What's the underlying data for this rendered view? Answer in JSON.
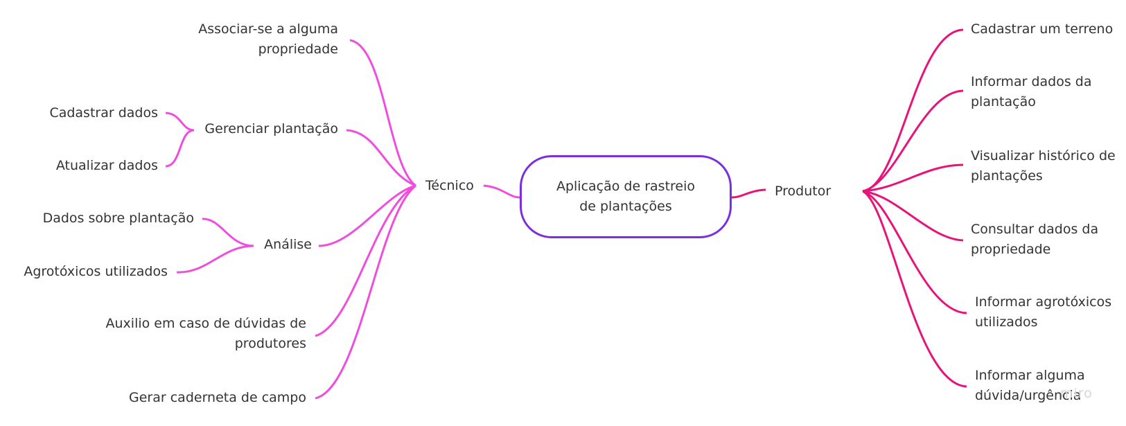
{
  "center": {
    "line1": "Aplicação de rastreio",
    "line2": "de plantações"
  },
  "left_branch": {
    "label": "Técnico",
    "nodes": {
      "associar": {
        "line1": "Associar-se a alguma",
        "line2": "propriedade"
      },
      "gerenciar": "Gerenciar plantação",
      "cadastrar_dados": "Cadastrar dados",
      "atualizar_dados": "Atualizar dados",
      "analise": "Análise",
      "dados_sobre": "Dados sobre plantação",
      "agrotoxicos": "Agrotóxicos utilizados",
      "auxilio": {
        "line1": "Auxilio em caso de dúvidas de",
        "line2": "produtores"
      },
      "caderneta": "Gerar caderneta de campo"
    }
  },
  "right_branch": {
    "label": "Produtor",
    "nodes": {
      "terreno": "Cadastrar um terreno",
      "informar_dados": {
        "line1": "Informar dados da",
        "line2": "plantação"
      },
      "historico": {
        "line1": "Visualizar histórico de",
        "line2": "plantações"
      },
      "consultar": {
        "line1": "Consultar dados da",
        "line2": "propriedade"
      },
      "agrotoxicos": {
        "line1": "Informar agrotóxicos",
        "line2": "utilizados"
      },
      "duvida": {
        "line1": "Informar alguma",
        "line2": "dúvida/urgência"
      }
    }
  },
  "watermark": "miro",
  "colors": {
    "center_border": "#7b2ee0",
    "left_lines": "#f04ddd",
    "right_lines": "#e8137a",
    "text": "#333333"
  }
}
